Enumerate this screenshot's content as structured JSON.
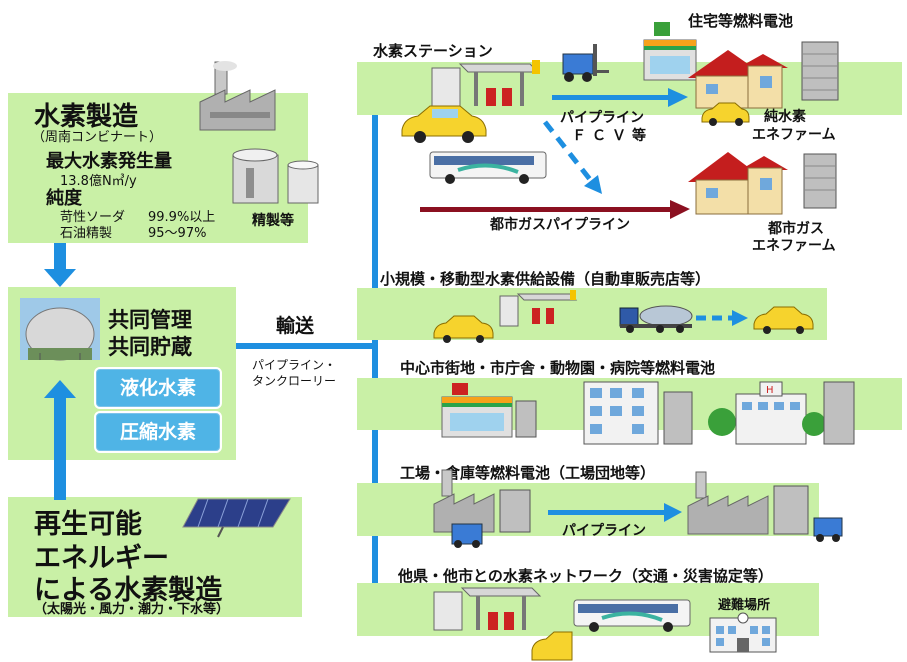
{
  "production": {
    "title": "水素製造",
    "subtitle": "（周南コンビナート）",
    "max_label": "最大水素発生量",
    "max_value": "13.8億N㎥/y",
    "purity_label": "純度",
    "purity_row1_name": "苛性ソーダ",
    "purity_row1_value": "99.9%以上",
    "purity_row2_name": "石油精製",
    "purity_row2_value": "95～97%",
    "refine_label": "精製等"
  },
  "storage": {
    "line1": "共同管理",
    "line2": "共同貯蔵",
    "liquid_label": "液化水素",
    "compressed_label": "圧縮水素"
  },
  "renewable": {
    "line1": "再生可能",
    "line2": "エネルギー",
    "line3": "による水素製造",
    "subtitle": "（太陽光・風力・潮力・下水等）"
  },
  "transport": {
    "label": "輸送",
    "sublabel1": "パイプライン・",
    "sublabel2": "タンクローリー"
  },
  "destinations": {
    "station_title": "水素ステーション",
    "house_fc_title": "住宅等燃料電池",
    "pipeline_fcv_1": "パイプライン",
    "pipeline_fcv_2": "ＦＣＶ等",
    "pure_h2_1": "純水素",
    "pure_h2_2": "エネファーム",
    "city_gas_pipeline": "都市ガスパイプライン",
    "city_gas_1": "都市ガス",
    "city_gas_2": "エネファーム",
    "small_mobile": "小規模・移動型水素供給設備（自動車販売店等）",
    "downtown": "中心市街地・市庁舎・動物園・病院等燃料電池",
    "factory": "工場・倉庫等燃料電池（工場団地等）",
    "factory_pipeline": "パイプライン",
    "network": "他県・他市との水素ネットワーク（交通・災害協定等）",
    "shelter": "避難場所"
  },
  "colors": {
    "panel_green": "#c9f0a6",
    "arrow_blue": "#1e8fe0",
    "pill_blue": "#4fb4e6",
    "pipe_red": "#8b1020"
  }
}
